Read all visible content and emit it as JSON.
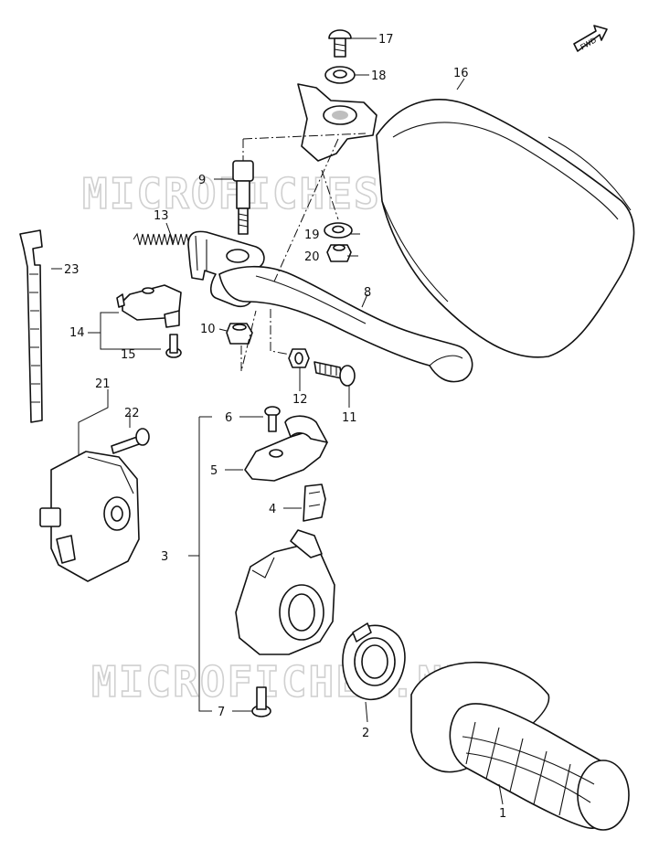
{
  "watermark": "MICROFICHES.NET",
  "fwd_label": "FWD",
  "callouts": {
    "p1": "1",
    "p2": "2",
    "p3": "3",
    "p4": "4",
    "p5": "5",
    "p6": "6",
    "p7": "7",
    "p8": "8",
    "p9": "9",
    "p10": "10",
    "p11": "11",
    "p12": "12",
    "p13": "13",
    "p14": "14",
    "p15": "15",
    "p16": "16",
    "p17": "17",
    "p18": "18",
    "p19": "19",
    "p20": "20",
    "p21": "21",
    "p22": "22",
    "p23": "23"
  },
  "colors": {
    "line": "#111111",
    "watermark": "#d0d0d0",
    "background": "#ffffff"
  }
}
